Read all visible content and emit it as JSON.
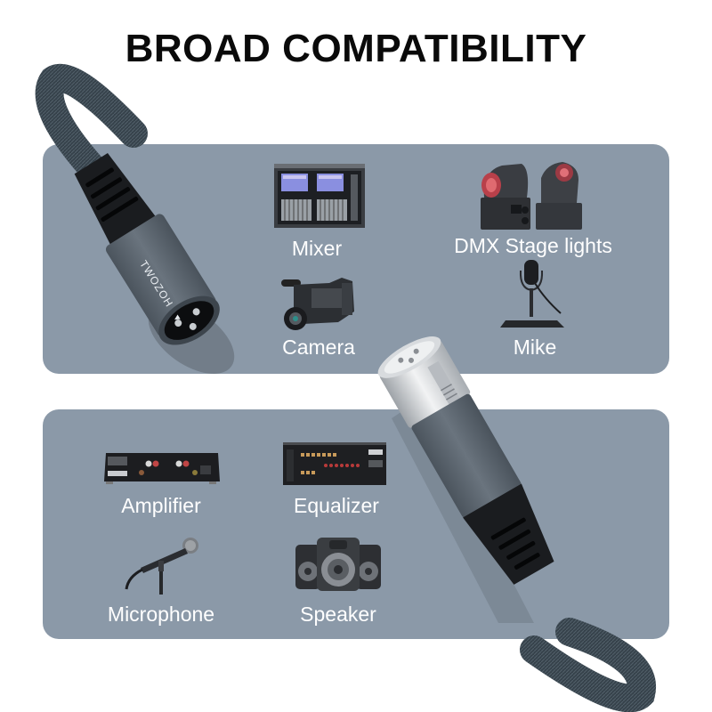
{
  "header": {
    "title": "BROAD COMPATIBILITY"
  },
  "colors": {
    "panel": "#8b99a8",
    "label": "#ffffff",
    "title": "#0a0a0a",
    "connector_body": "#5e6873",
    "connector_silver": "#c9cdd1",
    "boot": "#1a1c1f",
    "braid": "#3c4852"
  },
  "connector_male": {
    "brand_text": "TWOZOH",
    "arrow_icon": "triangle-down"
  },
  "top_panel": {
    "items": [
      {
        "label": "Mixer",
        "icon": "mixing-console"
      },
      {
        "label": "DMX Stage lights",
        "icon": "moving-head-lights"
      },
      {
        "label": "Camera",
        "icon": "video-camcorder"
      },
      {
        "label": "Mike",
        "icon": "studio-microphone-on-stand"
      }
    ]
  },
  "bottom_panel": {
    "items": [
      {
        "label": "Amplifier",
        "icon": "amplifier-rear-panel"
      },
      {
        "label": "Equalizer",
        "icon": "equalizer-rear-panel"
      },
      {
        "label": "Microphone",
        "icon": "handheld-microphone"
      },
      {
        "label": "Speaker",
        "icon": "speaker-set"
      }
    ]
  }
}
